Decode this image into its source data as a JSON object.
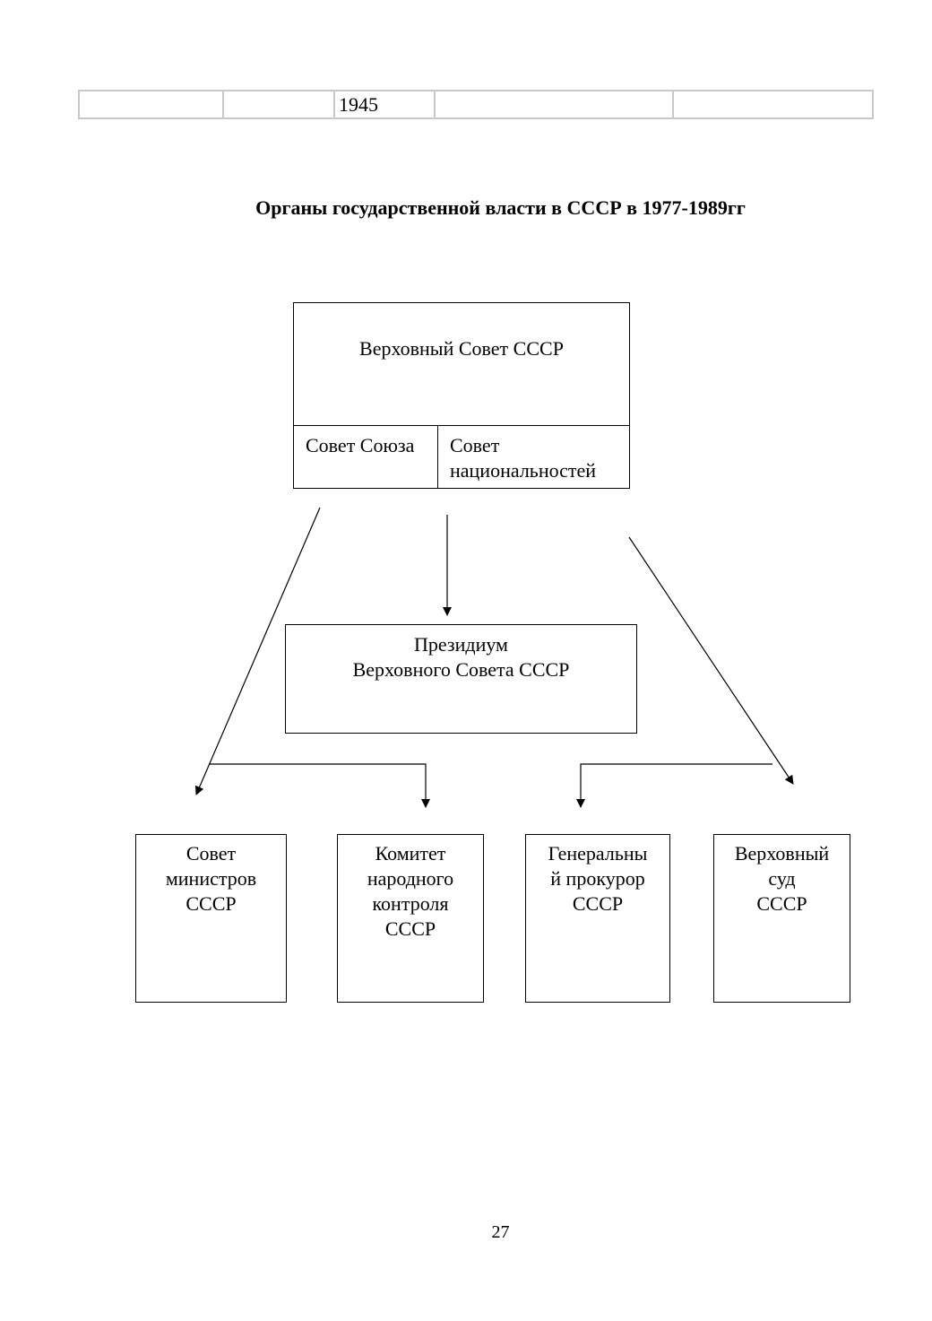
{
  "table": {
    "row": [
      "",
      "",
      "1945",
      "",
      ""
    ]
  },
  "title": "Органы государственной власти в СССР в 1977-1989гг",
  "diagram": {
    "supreme_soviet": {
      "title": "Верховный Совет СССР",
      "chamber_left": "Совет Союза",
      "chamber_right_line1": "Совет",
      "chamber_right_line2": "национальностей"
    },
    "presidium": {
      "line1": "Президиум",
      "line2": "Верховного Совета СССР"
    },
    "bodies": [
      {
        "lines": [
          "Совет",
          "министров",
          "СССР"
        ]
      },
      {
        "lines": [
          "Комитет",
          "народного",
          "контроля",
          "СССР"
        ]
      },
      {
        "lines": [
          "Генеральны",
          "й прокурор",
          "СССР"
        ]
      },
      {
        "lines": [
          "Верховный",
          "суд",
          "СССР"
        ]
      }
    ]
  },
  "page_number": "27"
}
